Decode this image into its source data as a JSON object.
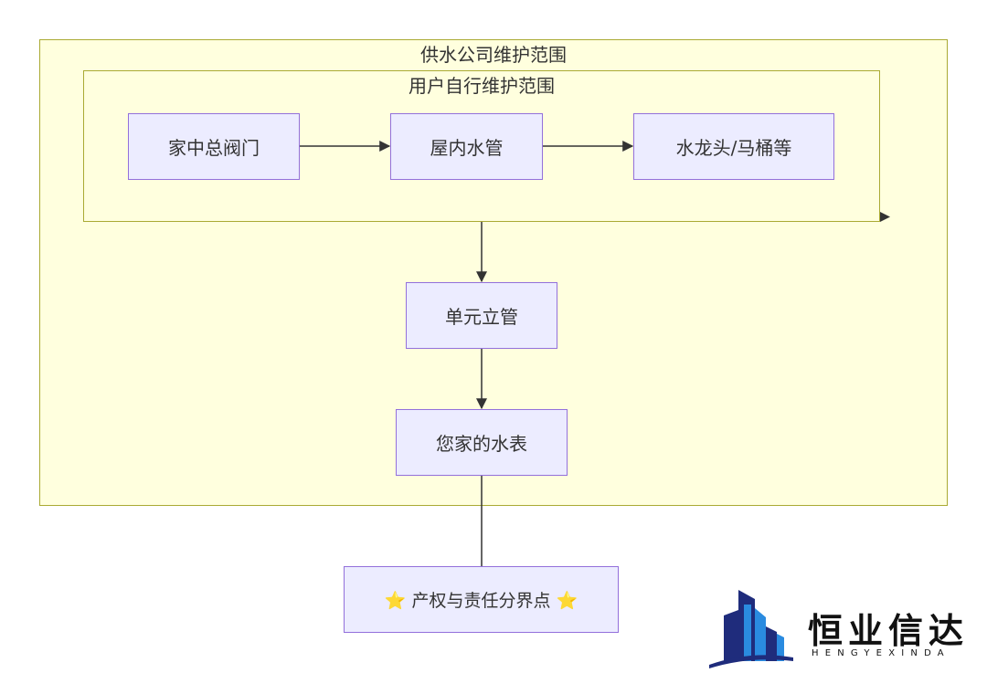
{
  "outer_cluster": {
    "title": "供水公司维护范围"
  },
  "inner_cluster": {
    "title": "用户自行维护范围"
  },
  "nodes": {
    "main_valve": "家中总阀门",
    "indoor_pipe": "屋内水管",
    "faucet": "水龙头/马桶等",
    "riser": "单元立管",
    "meter": "您家的水表",
    "boundary": "⭐ 产权与责任分界点 ⭐"
  },
  "logo": {
    "name": "恒业信达",
    "sub": "HENGYEXINDA"
  },
  "colors": {
    "cluster_fill": "#ffffde",
    "cluster_border": "#aaaa33",
    "node_fill": "#ececff",
    "node_border": "#9370db",
    "edge": "#333333",
    "logo_navy": "#1f2c7c",
    "logo_blue": "#2a8be0"
  }
}
